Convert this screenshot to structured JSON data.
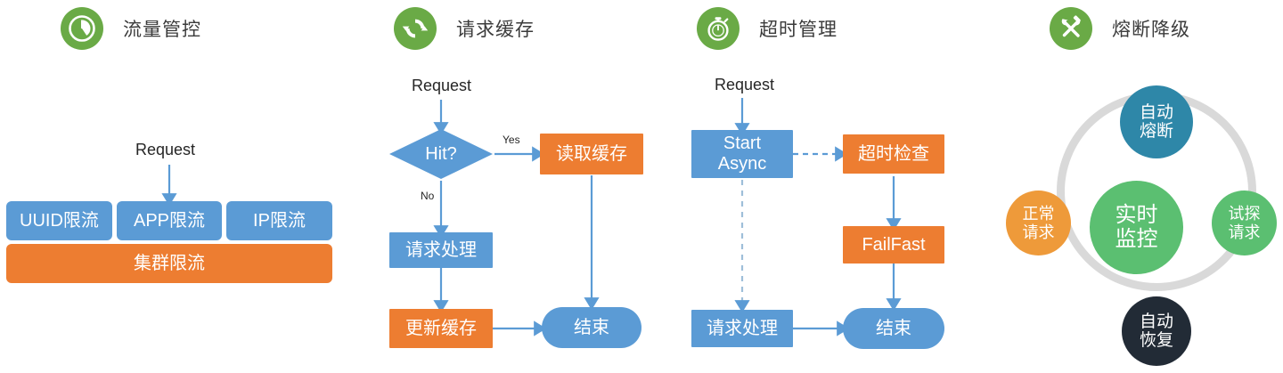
{
  "panels": [
    {
      "id": "traffic-control",
      "icon": "gauge-pie-icon",
      "title": "流量管控",
      "request_label": "Request",
      "limit_boxes": [
        {
          "label": "UUID限流"
        },
        {
          "label": "APP限流"
        },
        {
          "label": "IP限流"
        }
      ],
      "cluster_box": {
        "label": "集群限流"
      }
    },
    {
      "id": "request-cache",
      "icon": "sync-refresh-icon",
      "title": "请求缓存",
      "request_label": "Request",
      "nodes": {
        "decision": "Hit?",
        "read_cache": "读取缓存",
        "process": "请求处理",
        "update_cache": "更新缓存",
        "end": "结束"
      },
      "edge_labels": {
        "yes": "Yes",
        "no": "No"
      }
    },
    {
      "id": "timeout-management",
      "icon": "stopwatch-icon",
      "title": "超时管理",
      "request_label": "Request",
      "nodes": {
        "start_async_line1": "Start",
        "start_async_line2": "Async",
        "timeout_check": "超时检查",
        "fail_fast": "FailFast",
        "process": "请求处理",
        "end": "结束"
      }
    },
    {
      "id": "circuit-breaker",
      "icon": "tools-wrench-hammer-icon",
      "title": "熔断降级",
      "circles": {
        "top": {
          "line1": "自动",
          "line2": "熔断",
          "color": "#2E87A8"
        },
        "left": {
          "line1": "正常",
          "line2": "请求",
          "color": "#EE9A3A"
        },
        "center": {
          "line1": "实时",
          "line2": "监控",
          "color": "#5BBF71"
        },
        "right": {
          "line1": "试探",
          "line2": "请求",
          "color": "#5BBF71"
        },
        "bottom": {
          "line1": "自动",
          "line2": "恢复",
          "color": "#222B36"
        }
      },
      "ring_color": "#D9D9D9"
    }
  ],
  "palette": {
    "blue": "#5B9BD5",
    "orange": "#ED7D31",
    "icon_green": "#6AAA46",
    "arrow_blue": "#5B9BD5",
    "text_dark": "#262626"
  }
}
